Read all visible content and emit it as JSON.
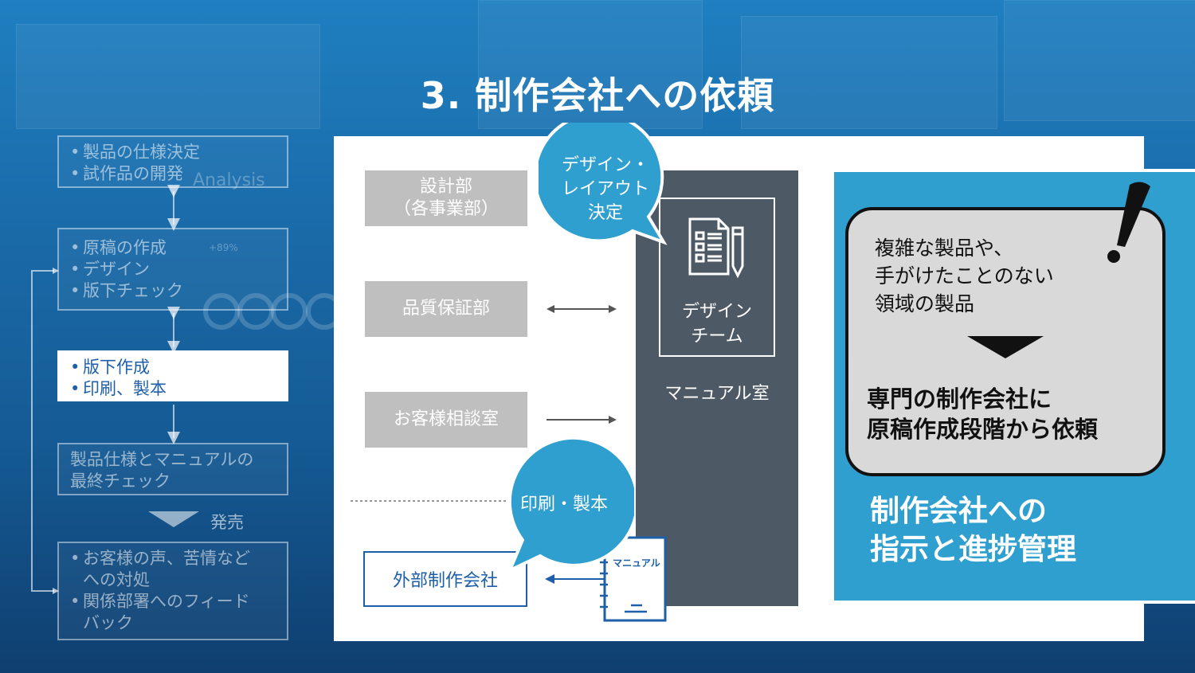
{
  "title": "3. 制作会社への依頼",
  "flow": {
    "box1": [
      "製品の仕様決定",
      "試作品の開発"
    ],
    "box2": [
      "原稿の作成",
      "デザイン",
      "版下チェック"
    ],
    "box3": [
      "版下作成",
      "印刷、製本"
    ],
    "box4": [
      "製品仕様とマニュアルの",
      "最終チェック"
    ],
    "release_label": "発売",
    "box5": [
      "お客様の声、苦情など",
      "への対処",
      "関係部署へのフィード",
      "バック"
    ]
  },
  "bg_text": {
    "analysis": "Analysis",
    "percent": "+89%"
  },
  "diagram": {
    "dept_design": [
      "設計部",
      "（各事業部）"
    ],
    "dept_quality": "品質保証部",
    "dept_customer": "お客様相談室",
    "outside_company": "外部制作会社",
    "bubble_top": [
      "デザイン・",
      "レイアウト",
      "決定"
    ],
    "bubble_bottom": "印刷・製本",
    "design_team": [
      "デザイン",
      "チーム"
    ],
    "manual_room": "マニュアル室",
    "manual_book_label": "マニュアル"
  },
  "callout": {
    "condition": [
      "複雑な製品や、",
      "手がけたことのない",
      "領域の製品"
    ],
    "action": [
      "専門の制作会社に",
      "原稿作成段階から依頼"
    ],
    "result": [
      "制作会社への",
      "指示と進捗管理"
    ]
  },
  "colors": {
    "bg_blue": "#1a6aa8",
    "accent_blue": "#2e9fce",
    "navy": "#1d5fa8",
    "dark_gray": "#4e5966",
    "box_gray": "#bfbfbf"
  }
}
